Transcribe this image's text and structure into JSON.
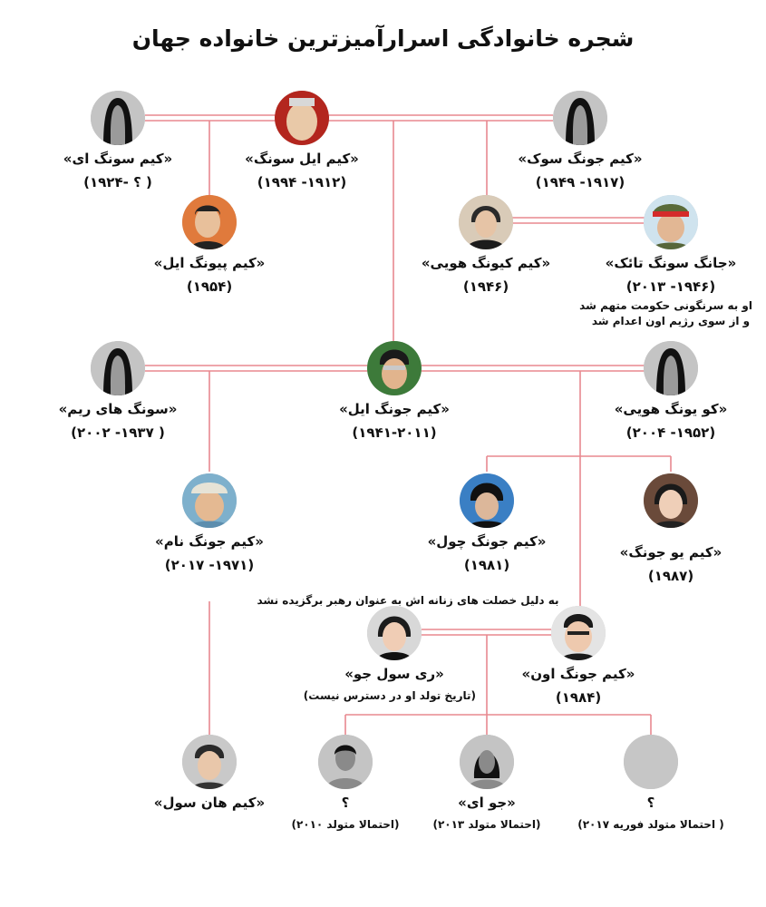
{
  "title": "شجره خانوادگی اسرارآمیزترین خانواده جهان",
  "colors": {
    "line": "#e8898f",
    "background": "#ffffff",
    "silhouette": "#8e8e8e"
  },
  "people": {
    "kim_song_ae": {
      "name": "«کیم سونگ ای»",
      "years": "( ؟ -۱۹۲۴)",
      "icon": "female-silhouette-icon"
    },
    "kim_il_sung": {
      "name": "«کیم ایل سونگ»",
      "years": "(۱۹۱۲- ۱۹۹۴)",
      "icon": "photo-portrait"
    },
    "kim_jong_suk": {
      "name": "«کیم جونگ سوک»",
      "years": "(۱۹۱۷- ۱۹۴۹)",
      "icon": "female-silhouette-icon"
    },
    "kim_pyong_il": {
      "name": "«کیم پیونگ ایل»",
      "years": "(۱۹۵۴)",
      "icon": "photo-portrait"
    },
    "kim_kyong_hui": {
      "name": "«کیم کیونگ هویی»",
      "years": "(۱۹۴۶)",
      "icon": "photo-portrait"
    },
    "jang_song_thaek": {
      "name": "«جانگ سونگ تائک»",
      "years": "(۱۹۴۶- ۲۰۱۳)",
      "note": [
        "او به سرنگونی حکومت متهم شد",
        "و از سوی رژیم اون اعدام شد"
      ],
      "icon": "photo-portrait"
    },
    "song_hye_rim": {
      "name": "«سونگ های ریم»",
      "years": "( ۱۹۳۷- ۲۰۰۲)",
      "icon": "female-silhouette-icon"
    },
    "kim_jong_il": {
      "name": "«کیم جونگ ایل»",
      "years": "(۱۹۴۱-۲۰۱۱)",
      "icon": "photo-portrait"
    },
    "ko_yong_hui": {
      "name": "«کو یونگ هویی»",
      "years": "(۱۹۵۲- ۲۰۰۴)",
      "icon": "female-silhouette-icon"
    },
    "kim_jong_nam": {
      "name": "«کیم جونگ نام»",
      "years": "(۱۹۷۱- ۲۰۱۷)",
      "icon": "photo-portrait"
    },
    "kim_jong_chol": {
      "name": "«کیم جونگ چول»",
      "years": "(۱۹۸۱)",
      "note": "به دلیل خصلت های  زنانه اش به عنوان رهبر برگزیده نشد",
      "icon": "photo-portrait"
    },
    "kim_yo_jong": {
      "name": "«کیم یو جونگ»",
      "years": "(۱۹۸۷)",
      "icon": "photo-portrait"
    },
    "ri_sol_ju": {
      "name": "«ری سول جو»",
      "note": "(تاریخ تولد او در دسترس نیست)",
      "icon": "photo-portrait"
    },
    "kim_jong_un": {
      "name": "«کیم جونگ اون»",
      "years": "(۱۹۸۴)",
      "icon": "photo-portrait"
    },
    "kim_han_sol": {
      "name": "«کیم هان سول»",
      "icon": "photo-portrait"
    },
    "child_1": {
      "name": "؟",
      "note": "(احتمالا متولد ۲۰۱۰)",
      "icon": "male-silhouette-icon"
    },
    "ju_ae": {
      "name": "«جو ای»",
      "note": "(احتمالا متولد ۲۰۱۳)",
      "icon": "female-silhouette-icon"
    },
    "child_3": {
      "name": "؟",
      "note": "( احتمالا متولد فوریه ۲۰۱۷)",
      "icon": "blank-avatar-icon"
    }
  }
}
